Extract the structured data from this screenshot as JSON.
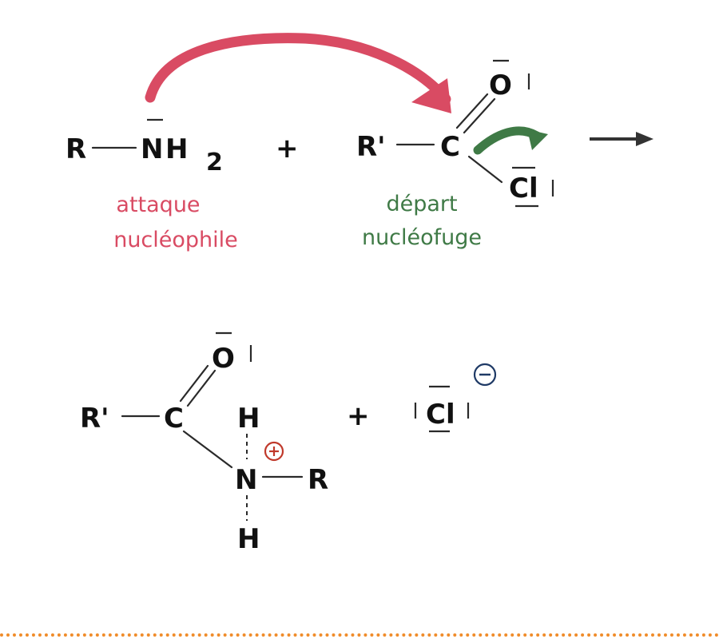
{
  "reactants": {
    "amine": {
      "r": "R",
      "n": "N",
      "h": "H",
      "sub": "2"
    },
    "plus": "+",
    "acid_chloride": {
      "r": "R'",
      "c": "C",
      "o": "O",
      "cl": "Cl"
    },
    "nucleophile_label": [
      "attaque",
      "nucléophile"
    ],
    "leaving_label": [
      "départ",
      "nucléofuge"
    ]
  },
  "intermediate": {
    "r1": "R'",
    "c": "C",
    "o": "O",
    "h_top": "H",
    "n": "N",
    "h_bottom": "H",
    "r2": "R",
    "plus": "+",
    "cl": "Cl"
  },
  "colors": {
    "nucleophile": "#d94b63",
    "leaving": "#3f7a46",
    "charge_plus": "#c0392b",
    "charge_minus": "#1f3a66",
    "divider": "#f08c2a"
  },
  "icons": {
    "reaction_arrow": "right-arrow-icon",
    "charge_plus": "positive-charge-icon",
    "charge_minus": "negative-charge-icon"
  }
}
